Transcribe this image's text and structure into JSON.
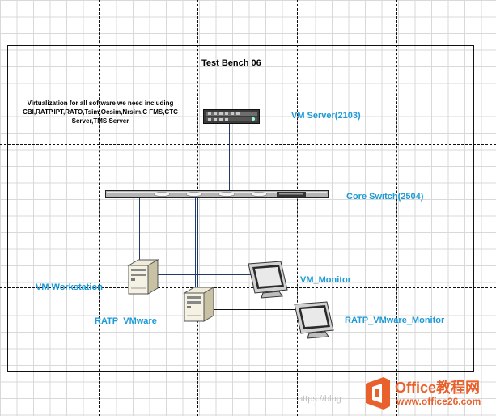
{
  "diagram": {
    "title": "Test Bench 06",
    "note": "Virtualization for all software we need including CBI,RATP,IPT,RATO,Tsim,Ocsim,Nrsim,C FMS,CTC Server,TMS Server",
    "labels": {
      "vm_server": "VM Server(2103)",
      "core_switch": "Core Switch(2504)",
      "vm_workstation": "VM Workstation",
      "vm_monitor": "VM_Monitor",
      "ratp_vmware": "RATP_VMware",
      "ratp_vmware_monitor": "RATP_VMware_Monitor"
    },
    "label_color": "#1e9ad6"
  },
  "watermark": {
    "blog_text": "https://blog",
    "brand_name": "Office教程网",
    "url": "www.office26.com",
    "brand_color": "#e8612c"
  }
}
